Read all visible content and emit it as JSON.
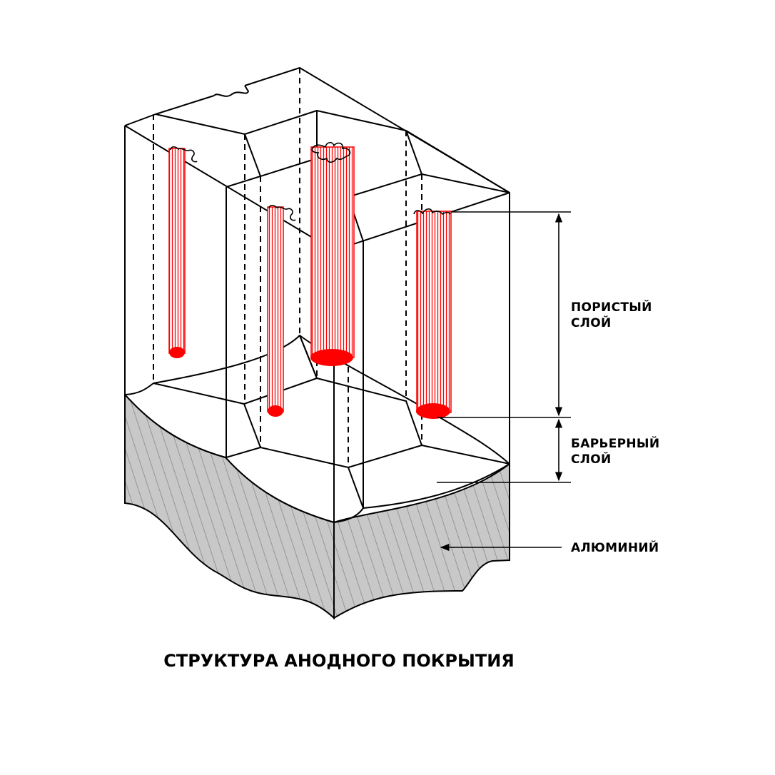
{
  "labels": {
    "porous_line1": "ПОРИСТЫЙ",
    "porous_line2": "СЛОЙ",
    "barrier_line1": "БАРЬЕРНЫЙ",
    "barrier_line2": "СЛОЙ",
    "aluminum": "АЛЮМИНИЙ"
  },
  "title": "СТРУКТУРА АНОДНОГО ПОКРЫТИЯ",
  "colors": {
    "pore": "#ff0000",
    "outline": "#000000",
    "metal_fill": "#c8c8c8",
    "metal_hatch": "#888888"
  }
}
